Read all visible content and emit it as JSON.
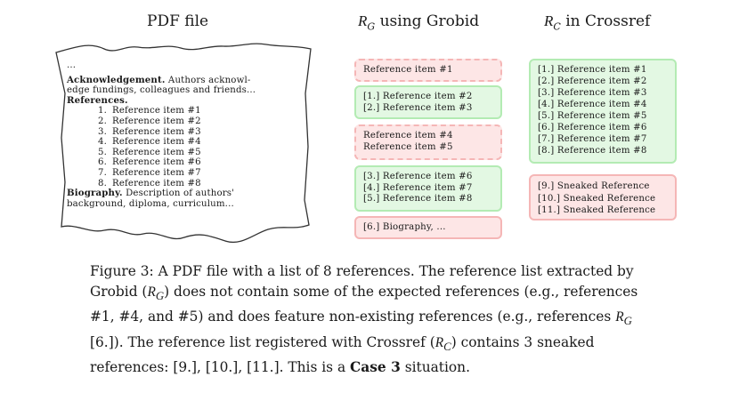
{
  "titles": {
    "pdf": "PDF file",
    "grobid_symbol": "R",
    "grobid_sub": "G",
    "grobid_rest": " using Grobid",
    "crossref_symbol": "R",
    "crossref_sub": "C",
    "crossref_rest": " in Crossref"
  },
  "pdf": {
    "ellipsis": "...",
    "ack_bold": "Acknowledgement.",
    "ack_text1": " Authors acknowl-",
    "ack_text2": "edge fundings, colleagues and friends...",
    "references_heading": "References.",
    "refs": [
      {
        "num": "1.",
        "text": "Reference item #1"
      },
      {
        "num": "2.",
        "text": "Reference item #2"
      },
      {
        "num": "3.",
        "text": "Reference item #3"
      },
      {
        "num": "4.",
        "text": "Reference item #4"
      },
      {
        "num": "5.",
        "text": "Reference item #5"
      },
      {
        "num": "6.",
        "text": "Reference item #6"
      },
      {
        "num": "7.",
        "text": "Reference item #7"
      },
      {
        "num": "8.",
        "text": "Reference item #8"
      }
    ],
    "bio_bold": "Biography.",
    "bio_text1": " Description of authors'",
    "bio_text2": "background, diploma, curriculum..."
  },
  "grobid": {
    "box1": [
      "Reference item #1"
    ],
    "box2": [
      "[1.] Reference item #2",
      "[2.] Reference item #3"
    ],
    "box3": [
      "Reference item #4",
      "Reference item #5"
    ],
    "box4": [
      "[3.] Reference item #6",
      "[4.] Reference item #7",
      "[5.] Reference item #8"
    ],
    "box5": [
      "[6.] Biography, ..."
    ]
  },
  "crossref": {
    "box1": [
      "[1.] Reference item #1",
      "[2.] Reference item #2",
      "[3.] Reference item #3",
      "[4.] Reference item #4",
      "[5.] Reference item #5",
      "[6.] Reference item #6",
      "[7.] Reference item #7",
      "[8.] Reference item #8"
    ],
    "box2": [
      "[9.] Sneaked Reference",
      "[10.] Sneaked Reference",
      "[11.] Sneaked Reference"
    ]
  },
  "caption": {
    "p1": "Figure 3: A PDF file with a list of 8 references. The reference list extracted by Grobid (",
    "sym1": "R",
    "sub1": "G",
    "p2": ") does not contain some of the expected references (e.g., references #1, #4, and #5) and does feature non-existing references (e.g., references ",
    "sym2": "R",
    "sub2": "G",
    "p3": " [6.]). The reference list registered with Crossref (",
    "sym3": "R",
    "sub3": "C",
    "p4": ") contains 3 sneaked references: [9.], [10.], [11.]. This is a ",
    "bold": "Case 3",
    "p5": " situation."
  },
  "colors": {
    "green_fill": "#e3f8e3",
    "green_border": "#b3ebb3",
    "red_fill": "#fde6e6",
    "red_border": "#f5b6b6"
  }
}
